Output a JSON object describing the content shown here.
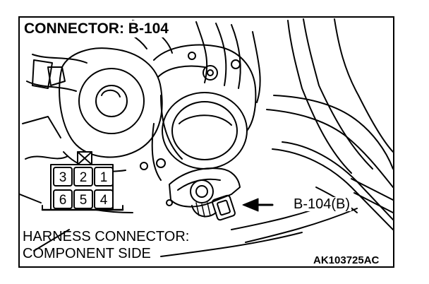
{
  "title": "CONNECTOR: B-104",
  "callout_label": "B-104(B)",
  "harness_label": {
    "line1": "HARNESS CONNECTOR:",
    "line2": "COMPONENT SIDE"
  },
  "figure_id": "AK103725AC",
  "connector_pins": {
    "top_row": [
      "3",
      "2",
      "1"
    ],
    "bottom_row": [
      "6",
      "5",
      "4"
    ]
  },
  "colors": {
    "line": "#000000",
    "background": "#ffffff"
  }
}
